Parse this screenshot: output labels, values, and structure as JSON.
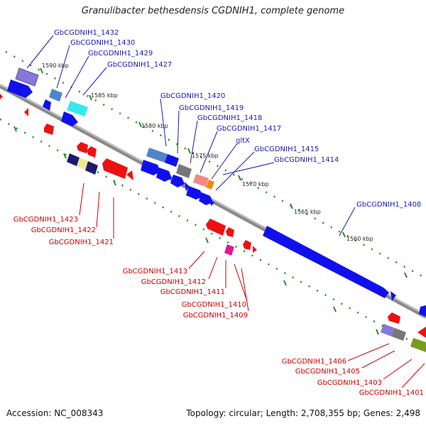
{
  "title": "Granulibacter bethesdensis CGDNIH1, complete genome",
  "accession": "Accession: NC_008343",
  "summary": "Topology: circular; Length: 2,708,355 bp; Genes: 2,498",
  "colors": {
    "forward_label": "#1a1ab5",
    "reverse_label": "#cc0000",
    "backbone": "#8a8a8a",
    "tick_dots": "#2a8a2a",
    "forward_gene": "#1010ee",
    "reverse_gene": "#ee1111"
  },
  "ticks": [
    {
      "label": "1590 kbp"
    },
    {
      "label": "1585 kbp"
    },
    {
      "label": "1580 kbp"
    },
    {
      "label": "1575 kbp"
    },
    {
      "label": "1570 kbp"
    },
    {
      "label": "1565 kbp"
    },
    {
      "label": "1560 kbp"
    }
  ],
  "forward_labels": [
    "GbCGDNIH1_1432",
    "GbCGDNIH1_1430",
    "GbCGDNIH1_1429",
    "GbCGDNIH1_1427",
    "GbCGDNIH1_1420",
    "GbCGDNIH1_1419",
    "GbCGDNIH1_1418",
    "GbCGDNIH1_1417",
    "gltX",
    "GbCGDNIH1_1415",
    "GbCGDNIH1_1414",
    "GbCGDNIH1_1408"
  ],
  "reverse_labels": [
    "GbCGDNIH1_1423",
    "GbCGDNIH1_1422",
    "GbCGDNIH1_1421",
    "GbCGDNIH1_1413",
    "GbCGDNIH1_1412",
    "GbCGDNIH1_1411",
    "GbCGDNIH1_1410",
    "GbCGDNIH1_1409",
    "GbCGDNIH1_1406",
    "GbCGDNIH1_1405",
    "GbCGDNIH1_1403",
    "GbCGDNIH1_1401"
  ]
}
